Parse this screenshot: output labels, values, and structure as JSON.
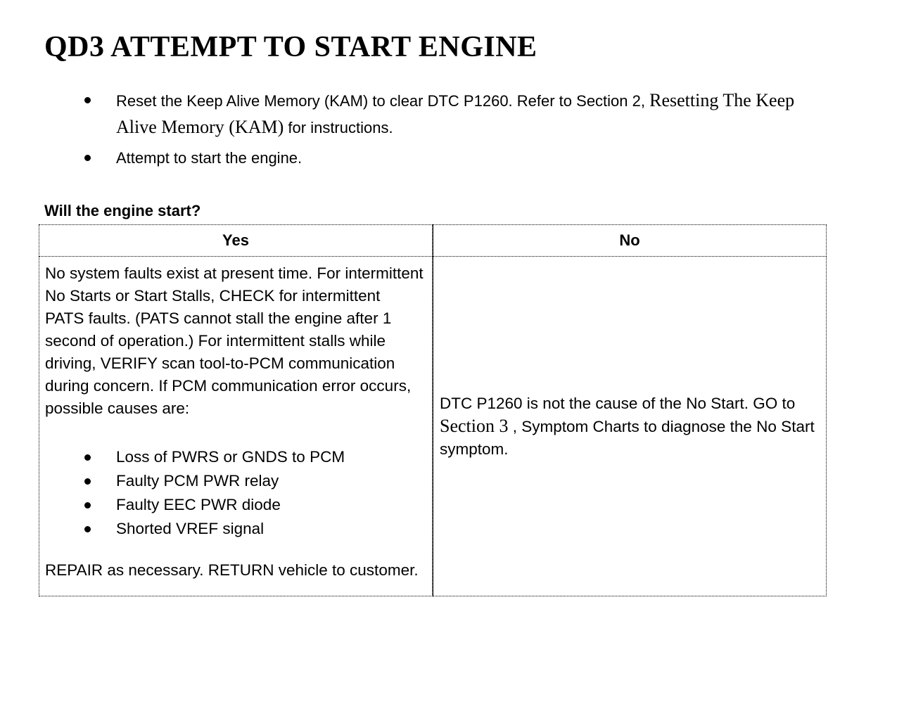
{
  "title": "QD3 ATTEMPT TO START ENGINE",
  "intro": {
    "bullets": [
      {
        "seg1": "Reset the Keep Alive Memory (KAM) to clear DTC P1260. Refer to Section 2, ",
        "seg2_link": "Resetting The Keep Alive Memory (KAM)",
        "seg3": " for instructions."
      },
      {
        "text": "Attempt to start the engine."
      }
    ]
  },
  "question": "Will the engine start?",
  "table": {
    "headers": {
      "yes": "Yes",
      "no": "No"
    },
    "yes_cell": {
      "paragraph": "No system faults exist at present time. For intermittent No Starts or Start Stalls, CHECK for intermittent PATS faults. (PATS cannot stall the engine after 1 second of operation.) For intermittent stalls while driving, VERIFY scan tool-to-PCM communication during concern. If PCM communication error occurs, possible causes are:",
      "bullets": [
        "Loss of PWRS or GNDS to PCM",
        "Faulty PCM PWR relay",
        "Faulty EEC PWR diode",
        "Shorted VREF signal"
      ],
      "footer": "REPAIR as necessary. RETURN vehicle to customer."
    },
    "no_cell": {
      "seg1": "DTC P1260 is not the cause of the No Start. GO to ",
      "seg2_link": "Section 3",
      "seg3": " , Symptom Charts to diagnose the No Start symptom."
    }
  },
  "colors": {
    "text": "#000000",
    "background": "#ffffff"
  }
}
